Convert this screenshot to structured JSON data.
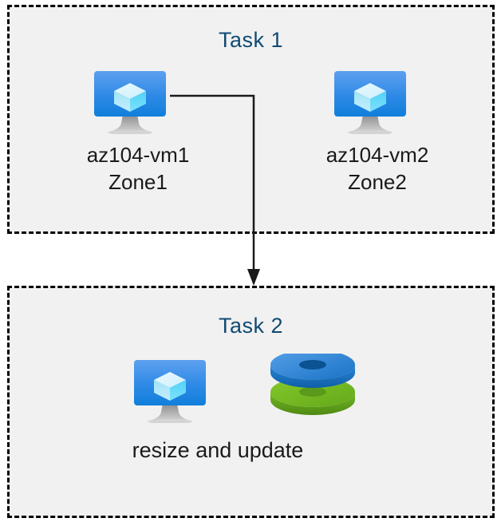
{
  "diagram": {
    "title": "Azure VM task flow diagram",
    "background_color": "#ffffff",
    "box_fill_color": "#f1f1f1",
    "box_border_color": "#000000",
    "title_color": "#104A73",
    "label_color": "#1a1a1a",
    "connector_color": "#1a1a1a"
  },
  "task1": {
    "title": "Task 1",
    "nodes": [
      {
        "id": "vm1",
        "icon": "azure-virtual-machine-icon",
        "label": "az104-vm1\nZone1",
        "name": "az104-vm1",
        "zone": "Zone1"
      },
      {
        "id": "vm2",
        "icon": "azure-virtual-machine-icon",
        "label": "az104-vm2\nZone2",
        "name": "az104-vm2",
        "zone": "Zone2"
      }
    ]
  },
  "task2": {
    "title": "Task 2",
    "caption": "resize and update",
    "nodes": [
      {
        "id": "vm3",
        "icon": "azure-virtual-machine-icon"
      },
      {
        "id": "disks",
        "icon": "azure-disks-icon",
        "disk_top_color": "#2f82d8",
        "disk_bottom_color": "#73ad21"
      }
    ]
  },
  "connector": {
    "from": "vm1",
    "to": "task2",
    "style": "elbow-arrow",
    "arrowhead": "down"
  }
}
